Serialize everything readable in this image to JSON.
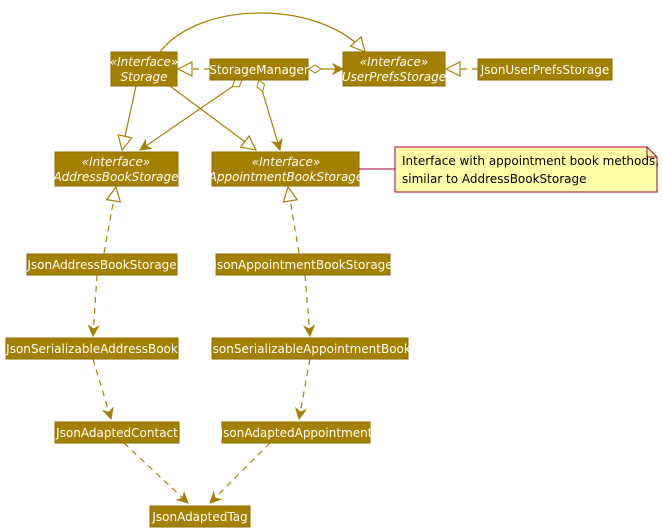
{
  "colors": {
    "box_fill": "#A48000",
    "box_stroke": "#8C6E00",
    "box_text": "#FFFFFF",
    "edge": "#A48000",
    "note_fill": "#FFFFA8",
    "note_stroke": "#A80036",
    "note_text": "#000000"
  },
  "nodes": {
    "storage": {
      "stereotype": "«Interface»",
      "name": "Storage"
    },
    "storage_manager": {
      "name": "StorageManager"
    },
    "user_prefs_storage": {
      "stereotype": "«Interface»",
      "name": "UserPrefsStorage"
    },
    "json_user_prefs_storage": {
      "name": "JsonUserPrefsStorage"
    },
    "address_book_storage": {
      "stereotype": "«Interface»",
      "name": "AddressBookStorage"
    },
    "appointment_book_storage": {
      "stereotype": "«Interface»",
      "name": "AppointmentBookStorage"
    },
    "json_address_book_storage": {
      "name": "JsonAddressBookStorage"
    },
    "json_appointment_book_storage": {
      "name": "JsonAppointmentBookStorage"
    },
    "json_serializable_address_book": {
      "name": "JsonSerializableAddressBook"
    },
    "json_serializable_appointment_book": {
      "name": "JsonSerializableAppointmentBook"
    },
    "json_adapted_contact": {
      "name": "JsonAdaptedContact"
    },
    "json_adapted_appointment": {
      "name": "JsonAdaptedAppointment"
    },
    "json_adapted_tag": {
      "name": "JsonAdaptedTag"
    }
  },
  "note": {
    "lines": [
      "Interface with appointment book methods,",
      "similar to AddressBookStorage"
    ]
  },
  "edges": [
    {
      "from": "storage",
      "to": "user_prefs_storage",
      "type": "generalization"
    },
    {
      "from": "storage_manager",
      "to": "storage",
      "type": "realization"
    },
    {
      "from": "storage_manager",
      "to": "user_prefs_storage",
      "type": "aggregation"
    },
    {
      "from": "json_user_prefs_storage",
      "to": "user_prefs_storage",
      "type": "realization"
    },
    {
      "from": "storage",
      "to": "address_book_storage",
      "type": "generalization"
    },
    {
      "from": "storage",
      "to": "appointment_book_storage",
      "type": "generalization"
    },
    {
      "from": "storage_manager",
      "to": "address_book_storage",
      "type": "aggregation"
    },
    {
      "from": "storage_manager",
      "to": "appointment_book_storage",
      "type": "aggregation"
    },
    {
      "from": "json_address_book_storage",
      "to": "address_book_storage",
      "type": "realization"
    },
    {
      "from": "json_appointment_book_storage",
      "to": "appointment_book_storage",
      "type": "realization"
    },
    {
      "from": "json_address_book_storage",
      "to": "json_serializable_address_book",
      "type": "dependency"
    },
    {
      "from": "json_appointment_book_storage",
      "to": "json_serializable_appointment_book",
      "type": "dependency"
    },
    {
      "from": "json_serializable_address_book",
      "to": "json_adapted_contact",
      "type": "dependency"
    },
    {
      "from": "json_serializable_appointment_book",
      "to": "json_adapted_appointment",
      "type": "dependency"
    },
    {
      "from": "json_adapted_contact",
      "to": "json_adapted_tag",
      "type": "dependency"
    },
    {
      "from": "json_adapted_appointment",
      "to": "json_adapted_tag",
      "type": "dependency"
    }
  ]
}
